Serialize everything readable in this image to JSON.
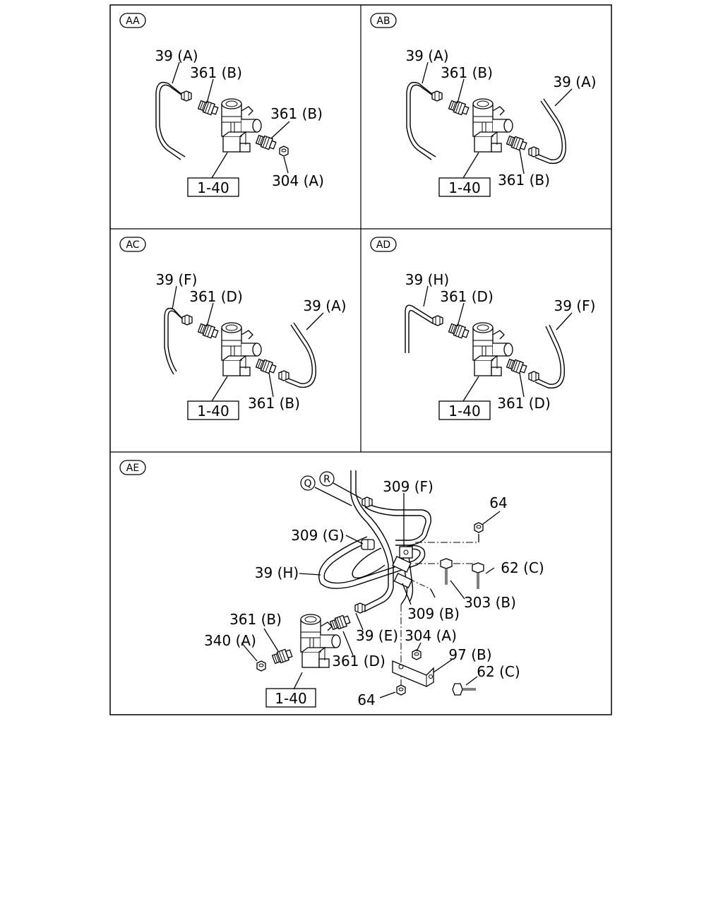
{
  "panels": [
    {
      "id": "AA",
      "ref": "1-40",
      "labels": [
        "39 (A)",
        "361 (B)",
        "361 (B)",
        "304 (A)"
      ]
    },
    {
      "id": "AB",
      "ref": "1-40",
      "labels": [
        "39 (A)",
        "361 (B)",
        "39 (A)",
        "361 (B)"
      ]
    },
    {
      "id": "AC",
      "ref": "1-40",
      "labels": [
        "39 (F)",
        "361 (D)",
        "39 (A)",
        "361 (B)"
      ]
    },
    {
      "id": "AD",
      "ref": "1-40",
      "labels": [
        "39 (H)",
        "361 (D)",
        "39 (F)",
        "361 (D)"
      ]
    },
    {
      "id": "AE",
      "ref": "1-40",
      "markers": [
        "Q",
        "R"
      ],
      "labels": [
        "309 (F)",
        "64",
        "309 (G)",
        "62 (C)",
        "39 (H)",
        "303 (B)",
        "309 (B)",
        "361 (B)",
        "39 (E)",
        "304 (A)",
        "340 (A)",
        "97 (B)",
        "361 (D)",
        "62 (C)",
        "64"
      ]
    }
  ]
}
